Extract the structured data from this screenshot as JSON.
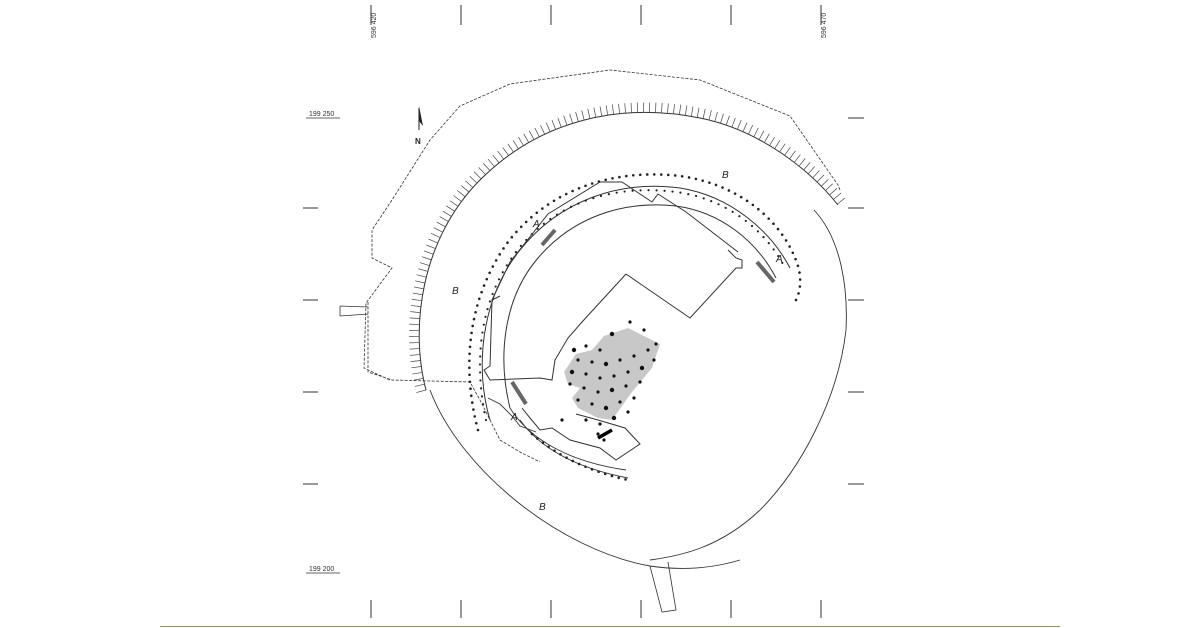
{
  "coordinates": {
    "x_left": "596 420",
    "x_right": "596 470",
    "y_top": "199 250",
    "y_bottom": "199 200"
  },
  "north_label": "N",
  "zone_labels": {
    "a_northwest": "A",
    "a_east": "A",
    "a_southwest": "A",
    "b_north": "B",
    "b_west": "B",
    "b_south": "B"
  },
  "colors": {
    "line": "#2a2a2a",
    "shaded_area": "#c8c8c8",
    "wall_segment": "#666666",
    "footer_rule": "#8a9a5b"
  }
}
